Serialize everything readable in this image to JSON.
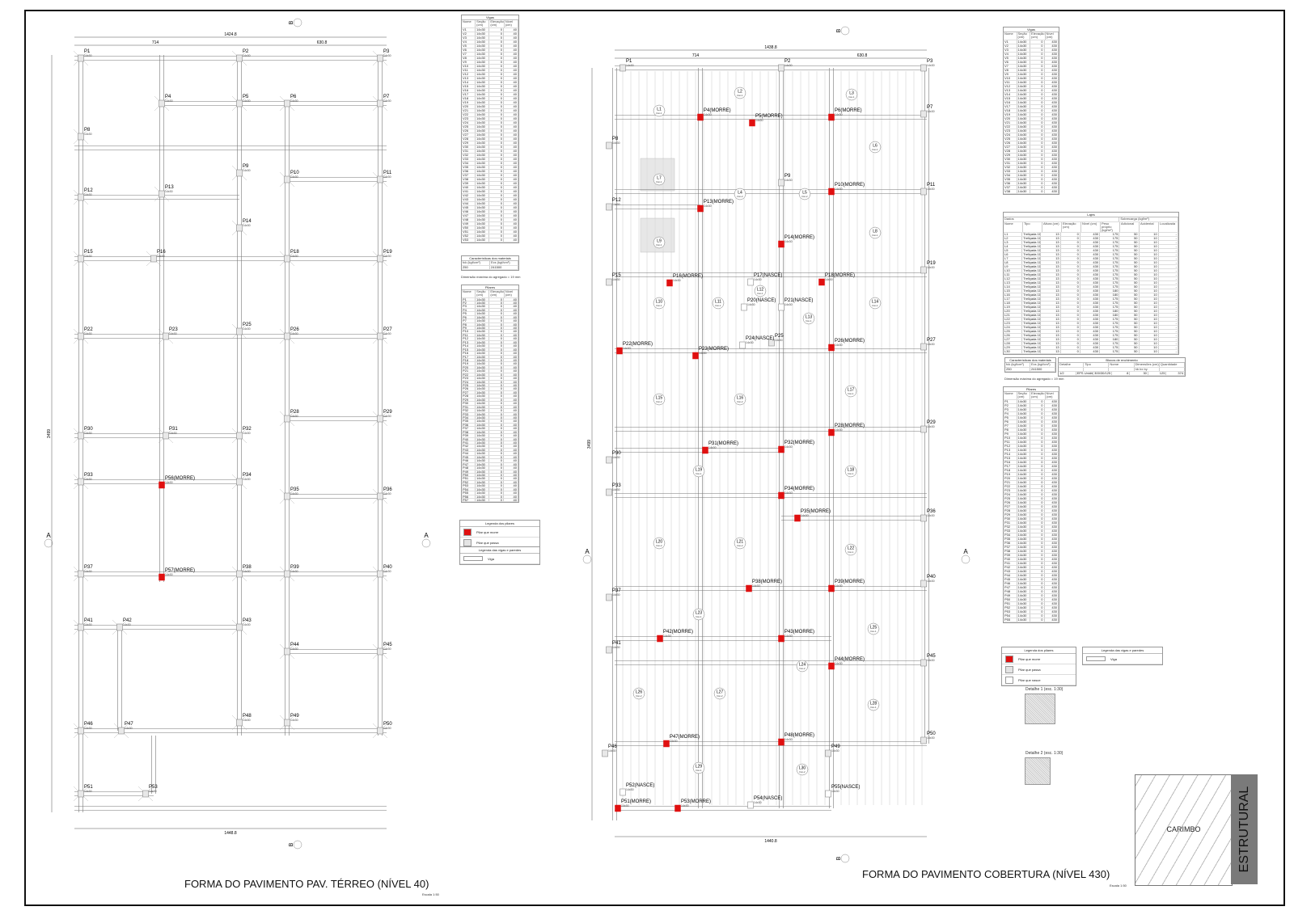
{
  "sheet": {
    "border_color": "#111111",
    "pillar_dies_color": "#e01010"
  },
  "left_plan": {
    "title": "FORMA DO PAVIMENTO PAV. TÉRREO (NÍVEL 40)",
    "scale": "Escala 1:50",
    "dims": {
      "top_total": "1424.8",
      "top_a": "714",
      "top_b": "630.8",
      "bottom_total": "1448.8",
      "left_total": "3499"
    },
    "section_a": "A",
    "section_b": "B",
    "pillars": [
      "P1",
      "P2",
      "P3",
      "P4",
      "P5",
      "P6",
      "P7",
      "P8",
      "P9",
      "P10",
      "P11",
      "P12",
      "P13",
      "P14",
      "P15",
      "P16",
      "P18",
      "P19",
      "P22",
      "P23",
      "P25",
      "P26",
      "P27",
      "P28",
      "P29",
      "P30",
      "P31",
      "P32",
      "P33",
      "P56(MORRE)",
      "P34",
      "P35",
      "P36",
      "P37",
      "P57(MORRE)",
      "P38",
      "P39",
      "P40",
      "P41",
      "P42",
      "P43",
      "P44",
      "P45",
      "P46",
      "P47",
      "P48",
      "P49",
      "P50",
      "P51",
      "P53"
    ],
    "pillar_size": "14x30"
  },
  "right_plan": {
    "title": "FORMA DO PAVIMENTO COBERTURA (NÍVEL 430)",
    "scale": "Escala 1:50",
    "dims": {
      "top_total": "1438.8",
      "top_a": "714",
      "top_b": "630.8",
      "bottom_total": "1440.8",
      "left_total": "3499"
    },
    "section_a": "A",
    "section_b": "B",
    "pillars": [
      "P1",
      "P2",
      "P3",
      "P4(MORRE)",
      "P5(MORRE)",
      "P6(MORRE)",
      "P7",
      "P8",
      "P9",
      "P10(MORRE)",
      "P11",
      "P12",
      "P13(MORRE)",
      "P14(MORRE)",
      "P15",
      "P16(MORRE)",
      "P17(NASCE)",
      "P18(MORRE)",
      "P19",
      "P20(NASCE)",
      "P21(NASCE)",
      "P22(MORRE)",
      "P23(MORRE)",
      "P24(NASCE)",
      "P25",
      "P26(MORRE)",
      "P27",
      "P28(MORRE)",
      "P29",
      "P30",
      "P31(MORRE)",
      "P32(MORRE)",
      "P33",
      "P34(MORRE)",
      "P35(MORRE)",
      "P36",
      "P37",
      "P38(MORRE)",
      "P39(MORRE)",
      "P40",
      "P41",
      "P42(MORRE)",
      "P43(MORRE)",
      "P44(MORRE)",
      "P45",
      "P46",
      "P47(MORRE)",
      "P48(MORRE)",
      "P49",
      "P50",
      "P51(MORRE)",
      "P52(NASCE)",
      "P53(MORRE)",
      "P54(NASCE)",
      "P55(NASCE)"
    ],
    "slabs": [
      "L1",
      "L2",
      "L3",
      "L4",
      "L5",
      "L6",
      "L7",
      "L8",
      "L9",
      "L10",
      "L11",
      "L12",
      "L13",
      "L14",
      "L15",
      "L16",
      "L17",
      "L18",
      "L19",
      "L20",
      "L21",
      "L22",
      "L23",
      "L24",
      "L25",
      "L26",
      "L27",
      "L28",
      "L29",
      "L30"
    ],
    "slab_tags": [
      "Dei-1",
      "Dei-1",
      "Dei-1",
      "Dei-2",
      "Dei-2",
      "Dei-1",
      "Dei-1",
      "Dei-1",
      "Dei-1",
      "Dei-1",
      "Dei-1",
      "Dei-1",
      "Dei-1",
      "Dei-1",
      "Dei-2",
      "Dei-2",
      "Dei-1",
      "Dei-1",
      "Dei-1",
      "Dei-2",
      "Dei-2",
      "Dei-1",
      "Dei-1",
      "Dei-2",
      "Dei-1",
      "Dei-2",
      "Dei-2",
      "Dei-1",
      "Dei-1",
      "Dei-2"
    ]
  },
  "left_tables": {
    "vigas": {
      "caption": "Vigas",
      "headers": [
        "Nome",
        "Seção (cm)",
        "Elevação (cm)",
        "Nível (cm)"
      ],
      "count": 53,
      "prefix": "V",
      "secao": "14x30",
      "elevacao": "0",
      "nivel": "40"
    },
    "materiais": {
      "caption": "Características dos materiais",
      "headers": [
        "fck (kgf/cm²)",
        "Ecs (kgf/cm²)"
      ],
      "values": [
        "250",
        "241500"
      ],
      "note": "Dimensão máxima do agregado = 19 mm"
    },
    "pilares": {
      "caption": "Pilares",
      "headers": [
        "Nome",
        "Seção (cm)",
        "Elevação (cm)",
        "Nível (cm)"
      ],
      "count": 57,
      "prefix": "P",
      "secao": "14x30",
      "elevacao": "0",
      "nivel": "40"
    },
    "legenda_pilares": {
      "caption": "Legenda dos pilares",
      "items": [
        "Pilar que morre",
        "Pilar que passa"
      ]
    },
    "legenda_vigas": {
      "caption": "Legenda das vigas e paredes",
      "items": [
        "Viga"
      ]
    }
  },
  "right_tables": {
    "vigas": {
      "caption": "Vigas",
      "headers": [
        "Nome",
        "Seção (cm)",
        "Elevação (cm)",
        "Nível (cm)"
      ],
      "count": 38,
      "prefix": "V",
      "secao": "14x30",
      "elevacao": "0",
      "nivel": "430"
    },
    "lajes": {
      "caption": "Lajes",
      "group_dados": "Dados",
      "group_sobrecarga": "Sobrecarga (kgf/m²)",
      "headers": [
        "Nome",
        "Tipo",
        "Altura (cm)",
        "Elevação (cm)",
        "Nível (cm)",
        "Peso próprio (kgf/m²)",
        "Adicional",
        "Acidental",
        "Localizada"
      ],
      "tipo": "Treliçada 1D",
      "altura": "13",
      "elevacao": "0",
      "nivel": "430",
      "peso_proprio": [
        "175",
        "175",
        "175",
        "175",
        "175",
        "175",
        "175",
        "175",
        "175",
        "175",
        "175",
        "175",
        "175",
        "175",
        "180",
        "180",
        "175",
        "175",
        "175",
        "180",
        "180",
        "175",
        "175",
        "175",
        "175",
        "175",
        "180",
        "175",
        "175",
        "175"
      ],
      "adicional": "50",
      "acidental": "10",
      "localizada": "-"
    },
    "materiais": {
      "caption": "Características dos materiais",
      "headers": [
        "fck (kgf/cm²)",
        "Ecs (kgf/cm²)"
      ],
      "values": [
        "250",
        "241500"
      ],
      "note": "Dimensão máxima do agregado = 19 mm"
    },
    "blocos": {
      "caption": "Blocos de enchimento",
      "headers": [
        "Detalhe",
        "Tipo",
        "Nome",
        "Dimensões (cm)",
        "Quantidade"
      ],
      "subheaders": [
        "hb",
        "bx",
        "by"
      ],
      "row": [
        "1/2",
        "EPS Unidirecional",
        "300/30/125",
        "8",
        "30",
        "125",
        "374"
      ]
    },
    "pilares": {
      "caption": "Pilares",
      "headers": [
        "Nome",
        "Seção (cm)",
        "Elevação (cm)",
        "Nível (cm)"
      ],
      "count": 55,
      "prefix": "P",
      "secao": "14x30",
      "elevacao": "0",
      "nivel": "430"
    },
    "legenda_pilares": {
      "caption": "Legenda dos pilares",
      "items": [
        "Pilar que morre",
        "Pilar que passa",
        "Pilar que nasce"
      ]
    },
    "legenda_vigas": {
      "caption": "Legenda das vigas e paredes",
      "items": [
        "Viga"
      ]
    },
    "detalhe1": "Detalhe 1 (esc. 1:30)",
    "detalhe2": "Detalhe 2 (esc. 1:30)"
  },
  "title_block": {
    "carimbo": "CARIMBO",
    "discipline": "ESTRUTURAL"
  }
}
